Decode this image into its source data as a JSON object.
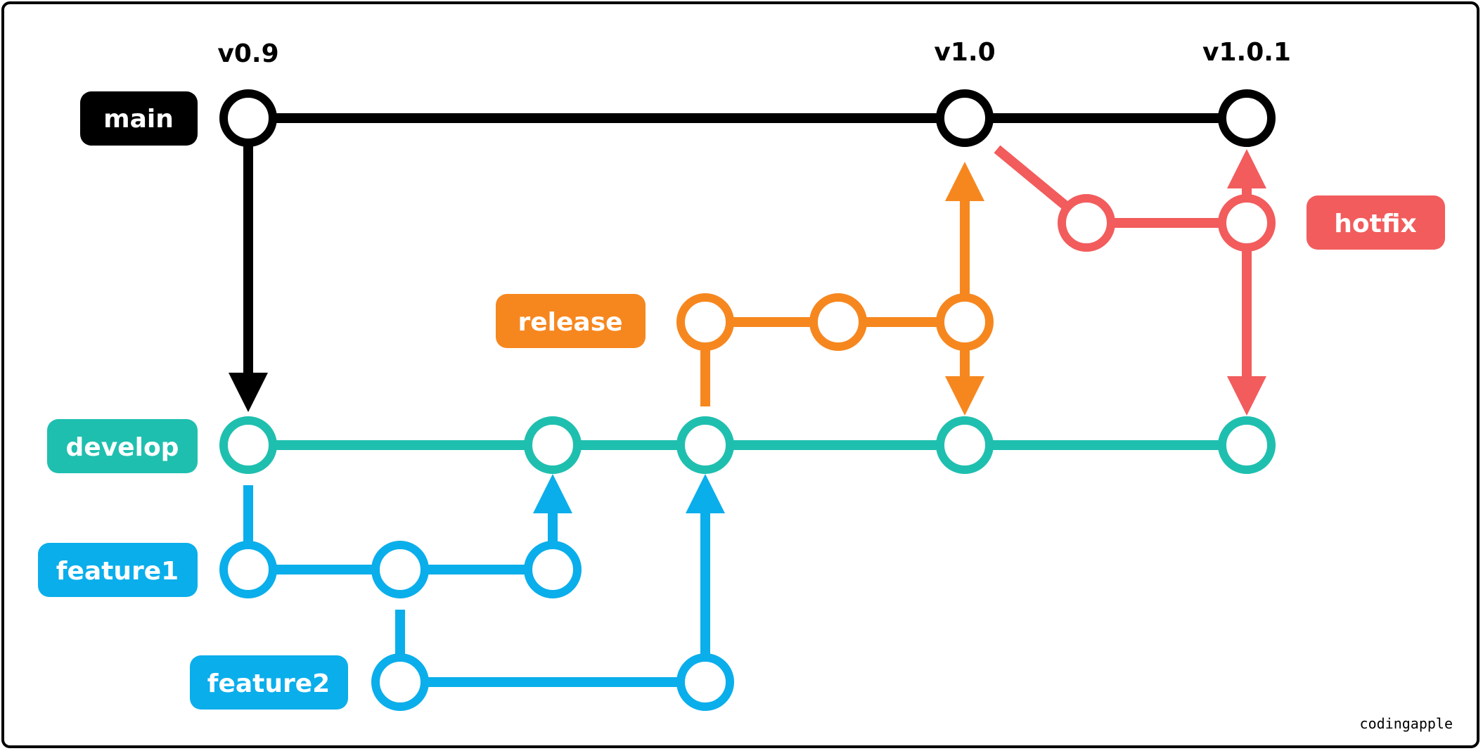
{
  "colors": {
    "main": "#000000",
    "develop": "#1fbfaf",
    "feature": "#0aaeeb",
    "release": "#f6871f",
    "hotfix": "#f25c5c"
  },
  "branches": {
    "main": "main",
    "develop": "develop",
    "feature1": "feature1",
    "feature2": "feature2",
    "release": "release",
    "hotfix": "hotfix"
  },
  "tags": {
    "v09": "v0.9",
    "v10": "v1.0",
    "v101": "v1.0.1"
  },
  "credit": "codingapple"
}
